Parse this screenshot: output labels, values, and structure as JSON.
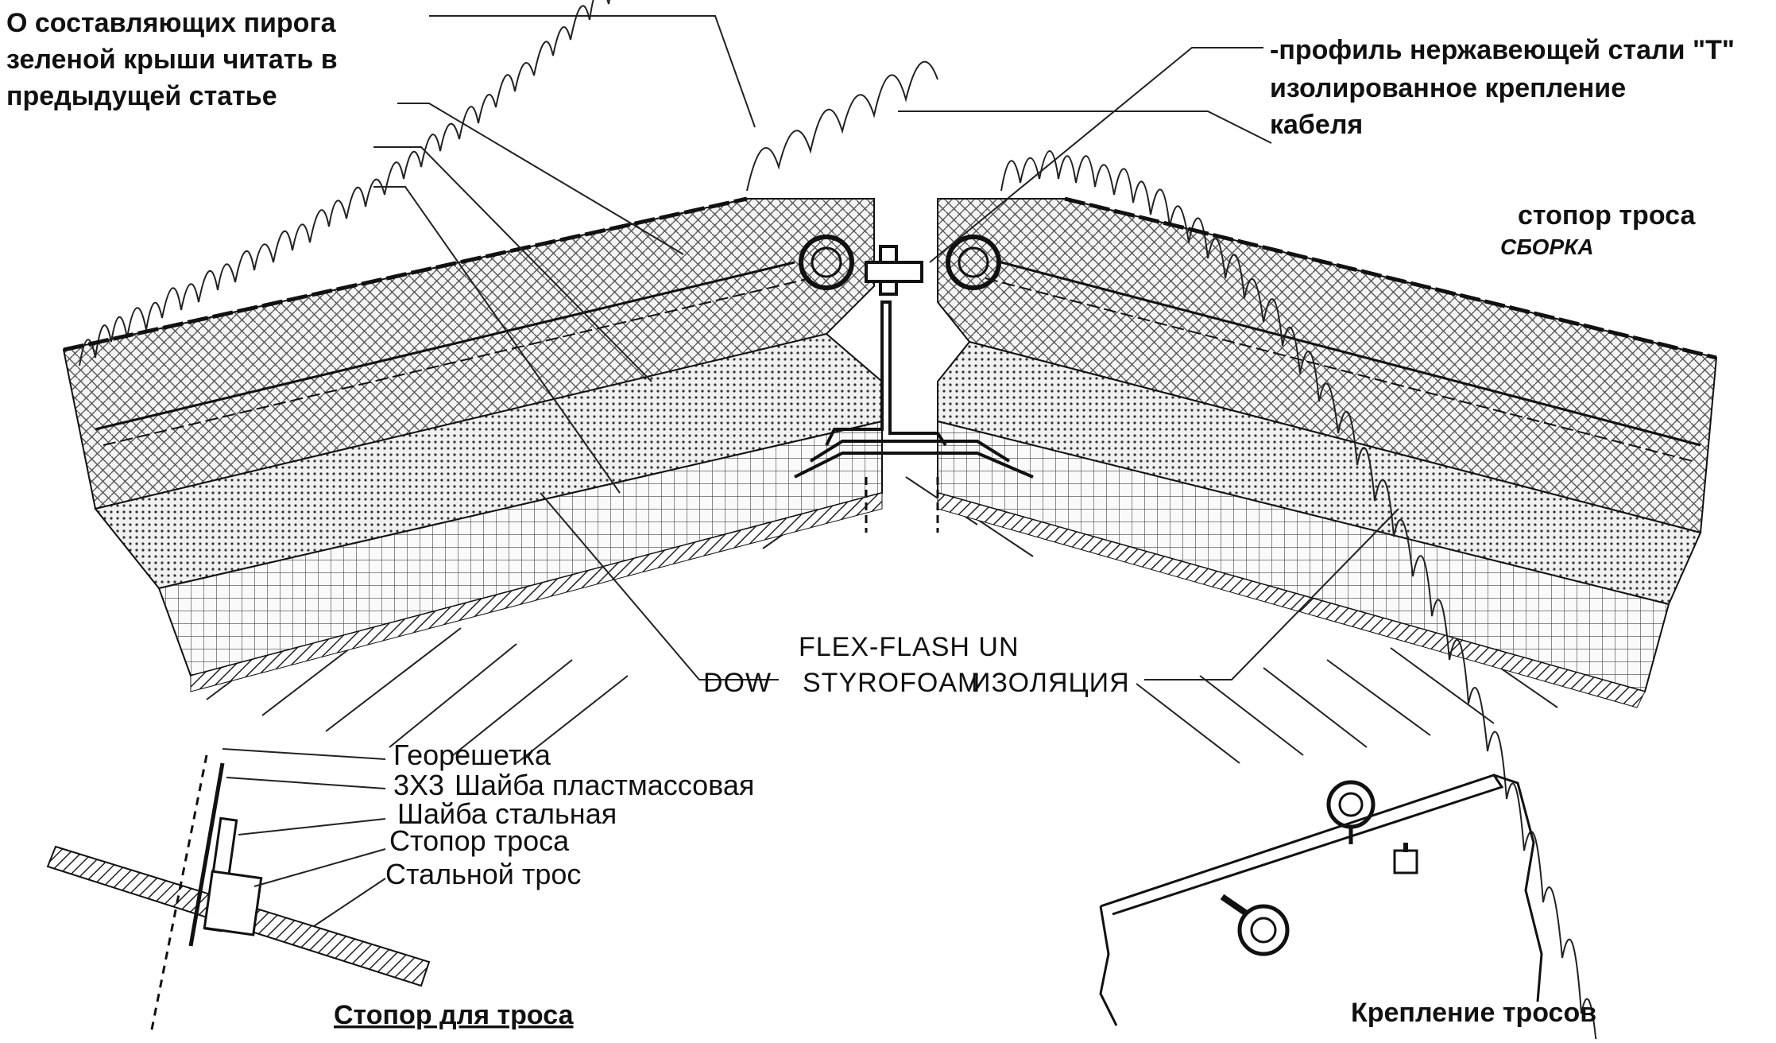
{
  "labels": {
    "top_left": [
      "О составляющих пирога",
      "зеленой крыши читать в",
      "предыдущей статье"
    ],
    "top_right": [
      "-профиль нержавеющей стали \"Т\"",
      "изолированное крепление",
      "кабеля"
    ],
    "cable_stop": "стопор троса",
    "assembly": "СБОРКА",
    "flex_flash": "FLEX-FLASH  UN",
    "dow": "DOW",
    "styrofoam": "STYROFOAM",
    "insulation": "ИЗОЛЯЦИЯ",
    "detail_items": [
      "Георешетка",
      "3X3",
      "Шайба пластмассовая",
      "Шайба стальная",
      "Стопор троса",
      "Стальной трос"
    ],
    "caption_left": "Стопор для троса",
    "caption_right": "Крепление тросов"
  },
  "colors": {
    "line": "#111111",
    "background": "#ffffff"
  }
}
